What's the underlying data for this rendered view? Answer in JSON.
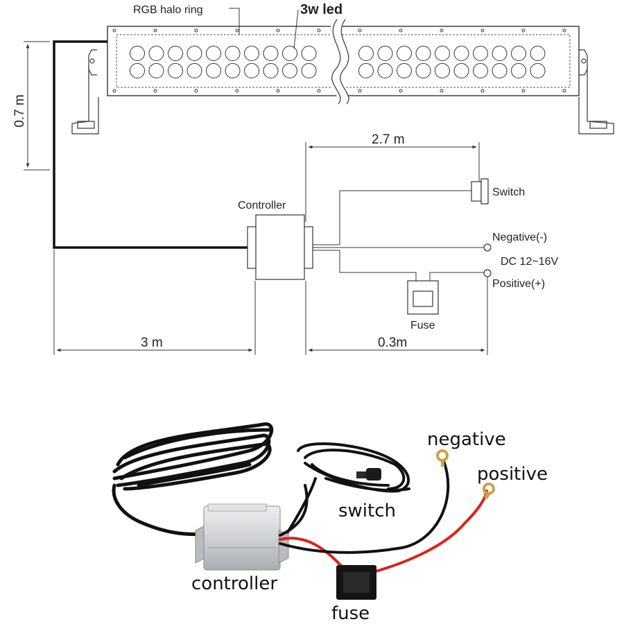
{
  "labels": {
    "rgb_halo_ring": "RGB halo ring",
    "led_3w": "3w led",
    "height_0_7m": "0.7 m",
    "length_2_7m": "2.7 m",
    "controller": "Controller",
    "switch": "Switch",
    "negative": "Negative(-)",
    "dc_voltage": "DC 12~16V",
    "positive": "Positive(+)",
    "fuse": "Fuse",
    "length_3m": "3 m",
    "length_0_3m": "0.3m"
  },
  "photo_labels": {
    "negative": "negative",
    "positive": "positive",
    "switch": "switch",
    "controller": "controller",
    "fuse": "fuse"
  },
  "colors": {
    "line": "#333333",
    "wire_black": "#111111",
    "wire_red": "#e0201c",
    "controller_silver": "#d4d6d8",
    "terminal_brass": "#c8a24a"
  }
}
